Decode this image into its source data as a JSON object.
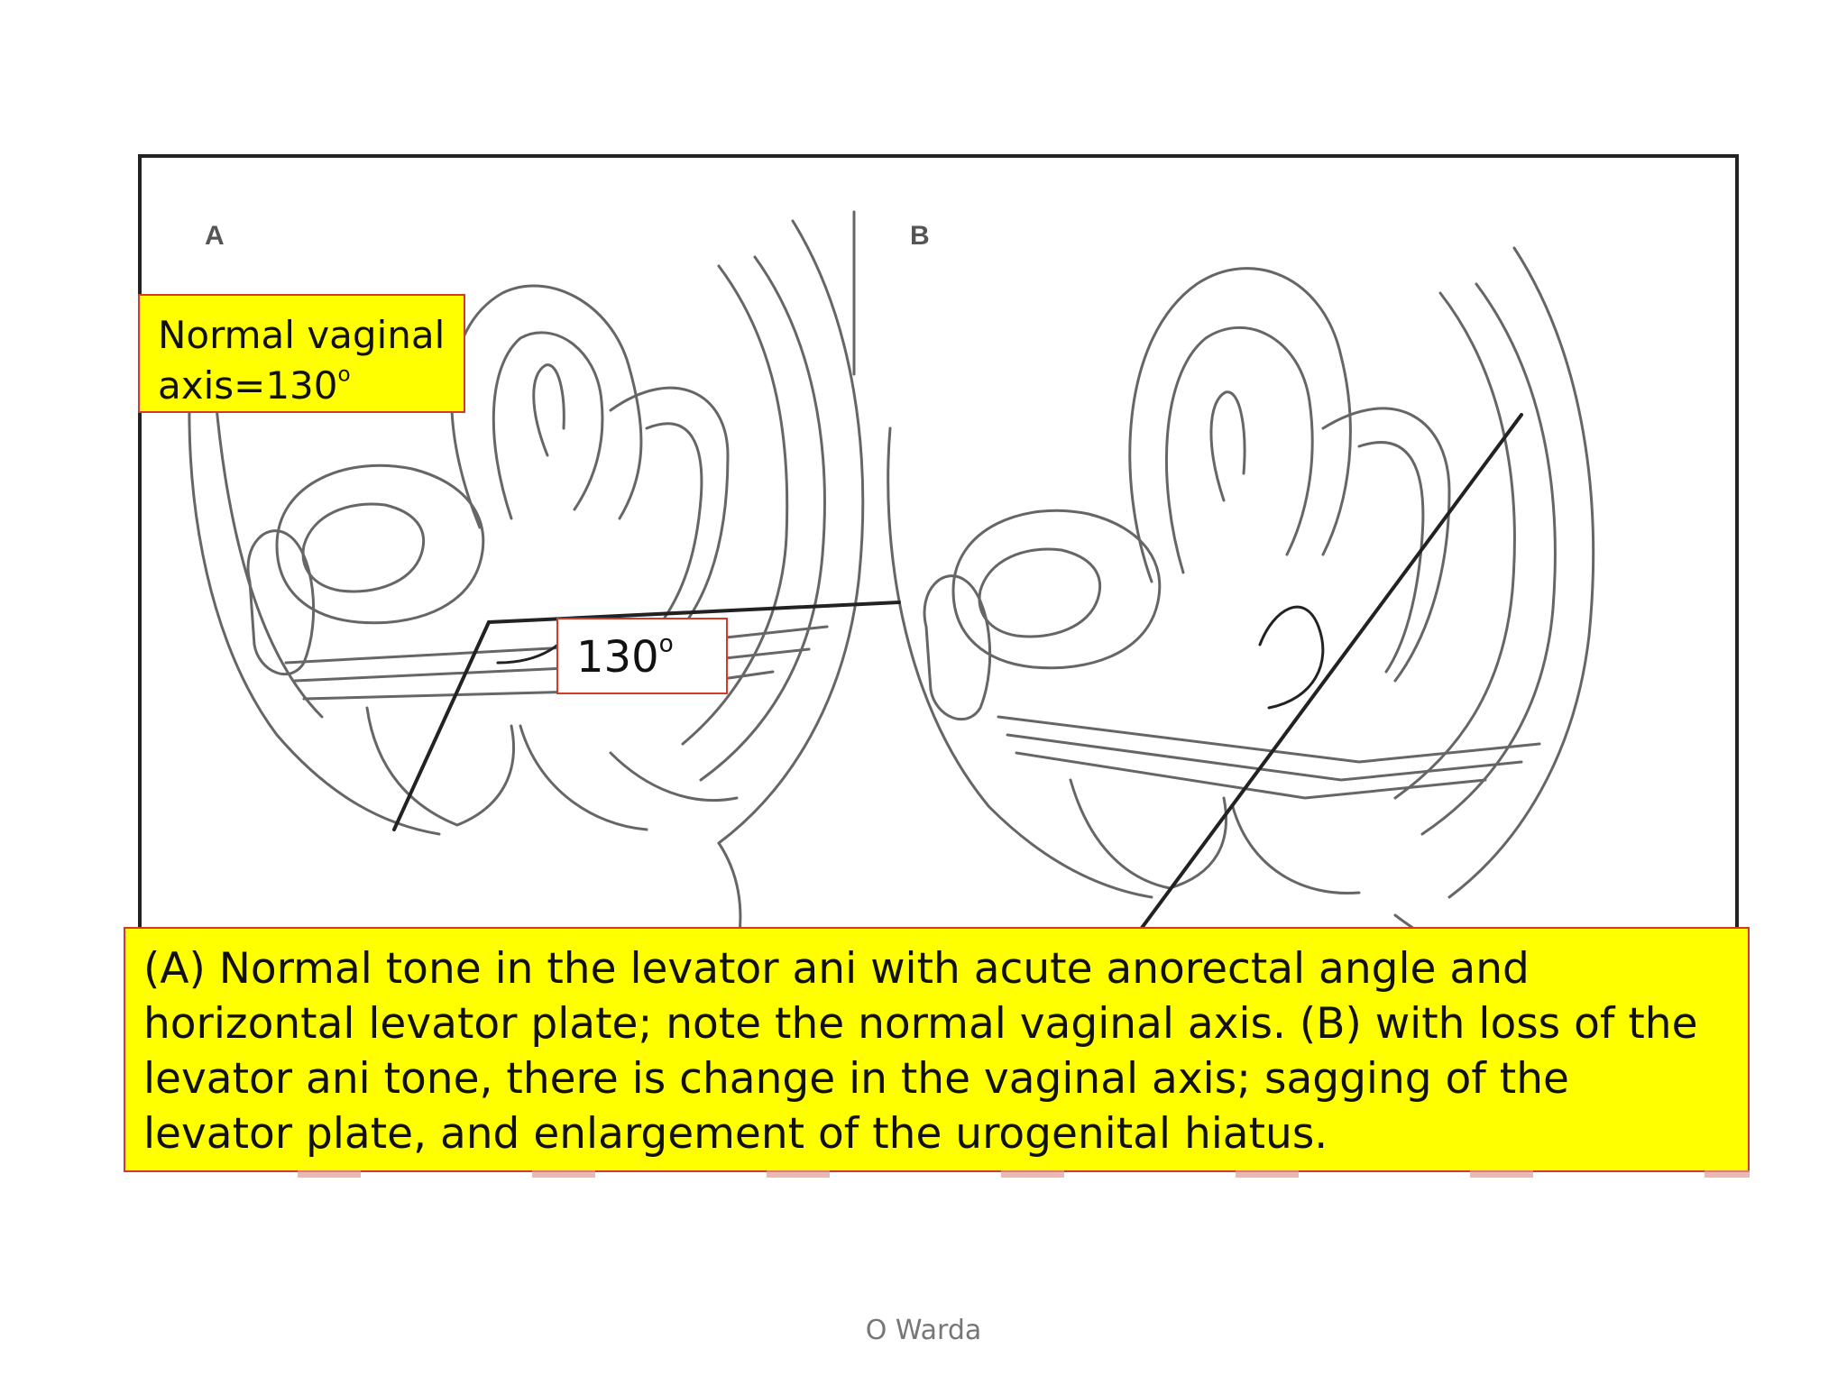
{
  "figure": {
    "panel_a_label": "A",
    "panel_b_label": "B"
  },
  "callouts": {
    "normal_axis_text": "Normal vaginal axis=130",
    "normal_axis_sup": "o",
    "angle_text": "130",
    "angle_sup": "o"
  },
  "caption": {
    "text": "(A) Normal tone in the levator ani with acute anorectal angle and horizontal levator plate; note the normal vaginal axis. (B) with loss of the levator ani tone, there is change in the vaginal axis; sagging of the levator plate, and enlargement of the urogenital hiatus."
  },
  "footer": {
    "credit": "O Warda"
  },
  "colors": {
    "callout_fill": "#ffff00",
    "callout_border": "#d23a2a",
    "line_art": "#555555",
    "axis_lines": "#222222"
  }
}
